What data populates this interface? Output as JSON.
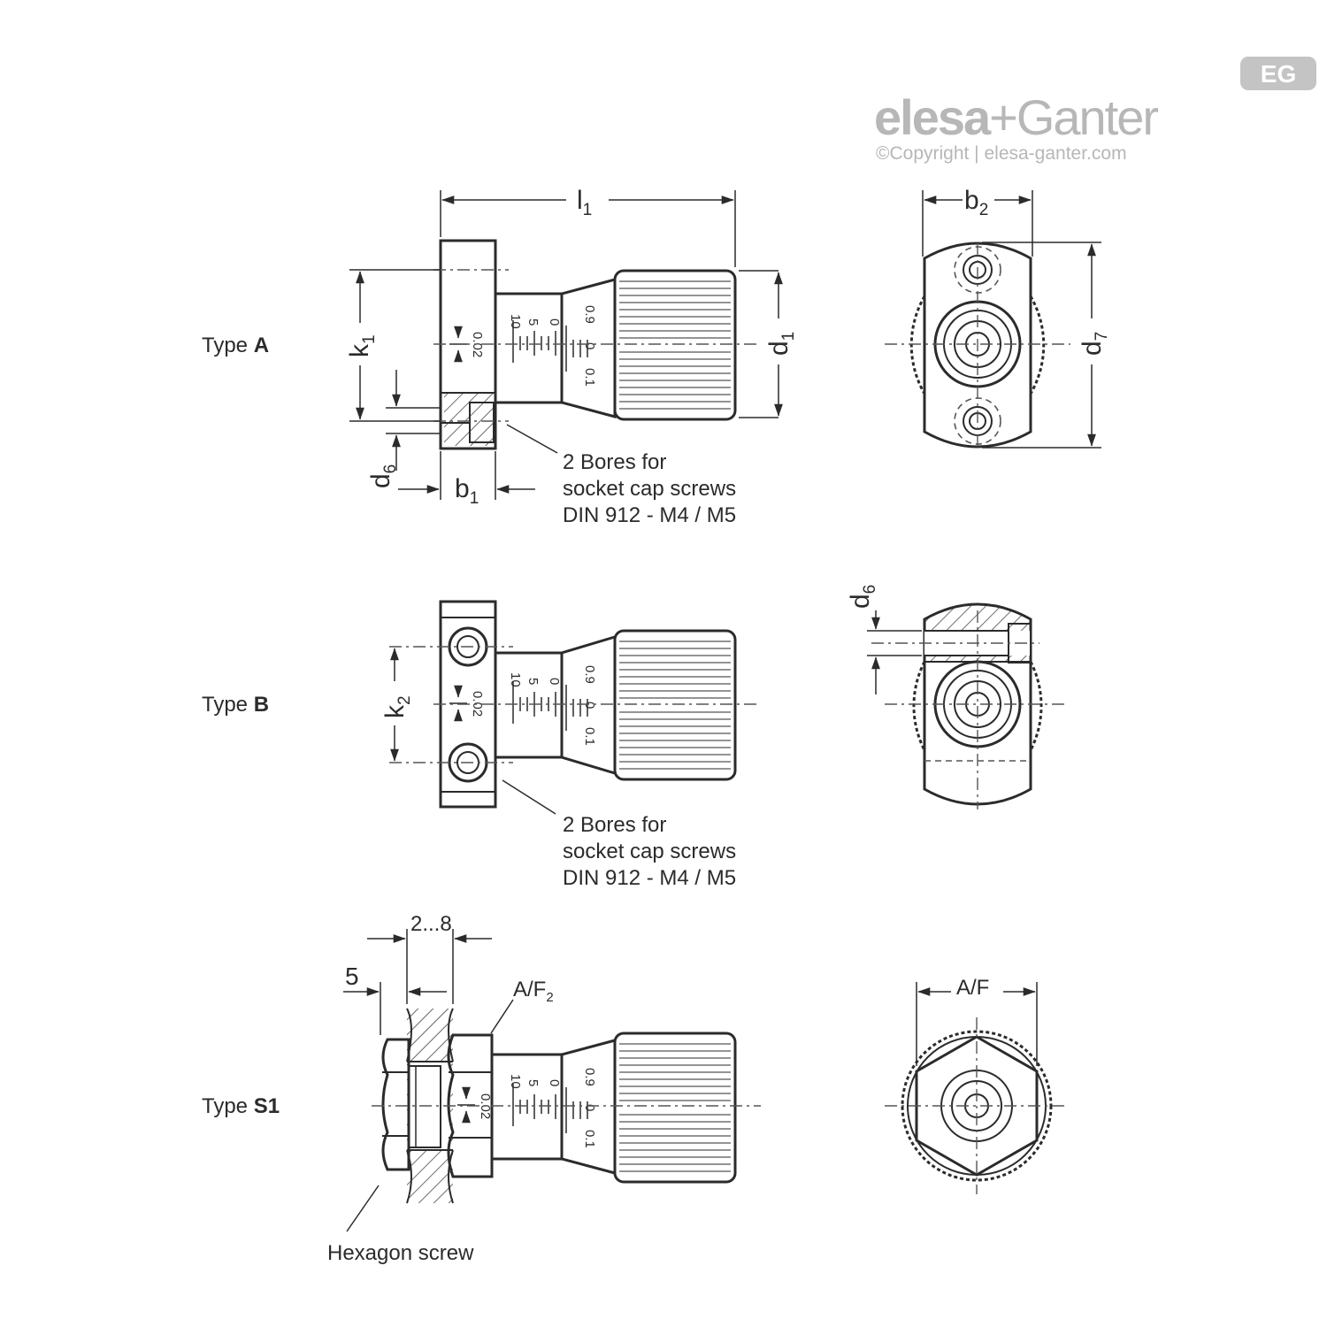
{
  "logo": {
    "badge": "EG",
    "brand_part1": "elesa",
    "brand_plus": "+",
    "brand_part2": "Ganter",
    "copyright": "©Copyright | elesa-ganter.com"
  },
  "types": {
    "a": {
      "prefix": "Type ",
      "code": "A"
    },
    "b": {
      "prefix": "Type ",
      "code": "B"
    },
    "s1": {
      "prefix": "Type ",
      "code": "S1"
    }
  },
  "dimensions": {
    "l": "l",
    "l_sub": "1",
    "b": "b",
    "b2_sub": "2",
    "b1_sub": "1",
    "d": "d",
    "d7_sub": "7",
    "d1_sub": "1",
    "d6_sub": "6",
    "k": "k",
    "k1_sub": "1",
    "k2_sub": "2",
    "range": "2...8",
    "five": "5",
    "af": "A/F",
    "af2": "A/F",
    "af2_sub": "2"
  },
  "notes": {
    "bores_line1": "2 Bores for",
    "bores_line2": "socket cap screws",
    "bores_line3": "DIN 912 - M4 / M5",
    "hexagon_screw": "Hexagon screw"
  },
  "scale": {
    "ten": "10",
    "five": "5",
    "zero": "0",
    "zero_nine": "0.9",
    "zero_one": "0.1",
    "zero_zero_two": "0.02"
  }
}
